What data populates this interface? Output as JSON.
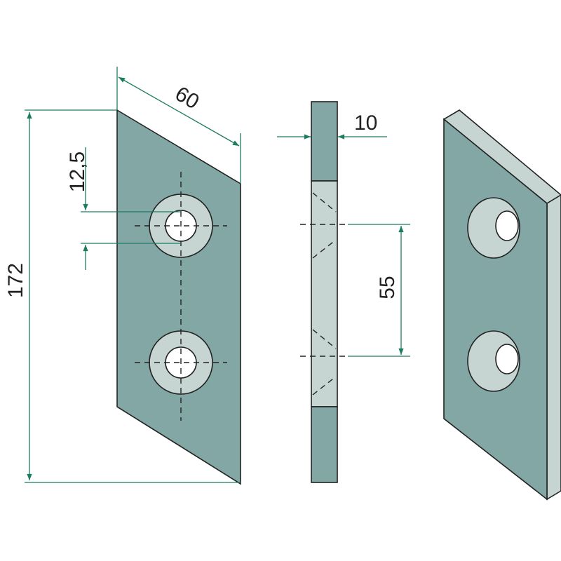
{
  "dimensions": {
    "height": "172",
    "width": "60",
    "hole_diameter": "12,5",
    "thickness": "10",
    "hole_spacing": "55"
  },
  "colors": {
    "face_dark": "#82a7a4",
    "face_light": "#c6d5d2",
    "dimension_line": "#1b7c60"
  }
}
